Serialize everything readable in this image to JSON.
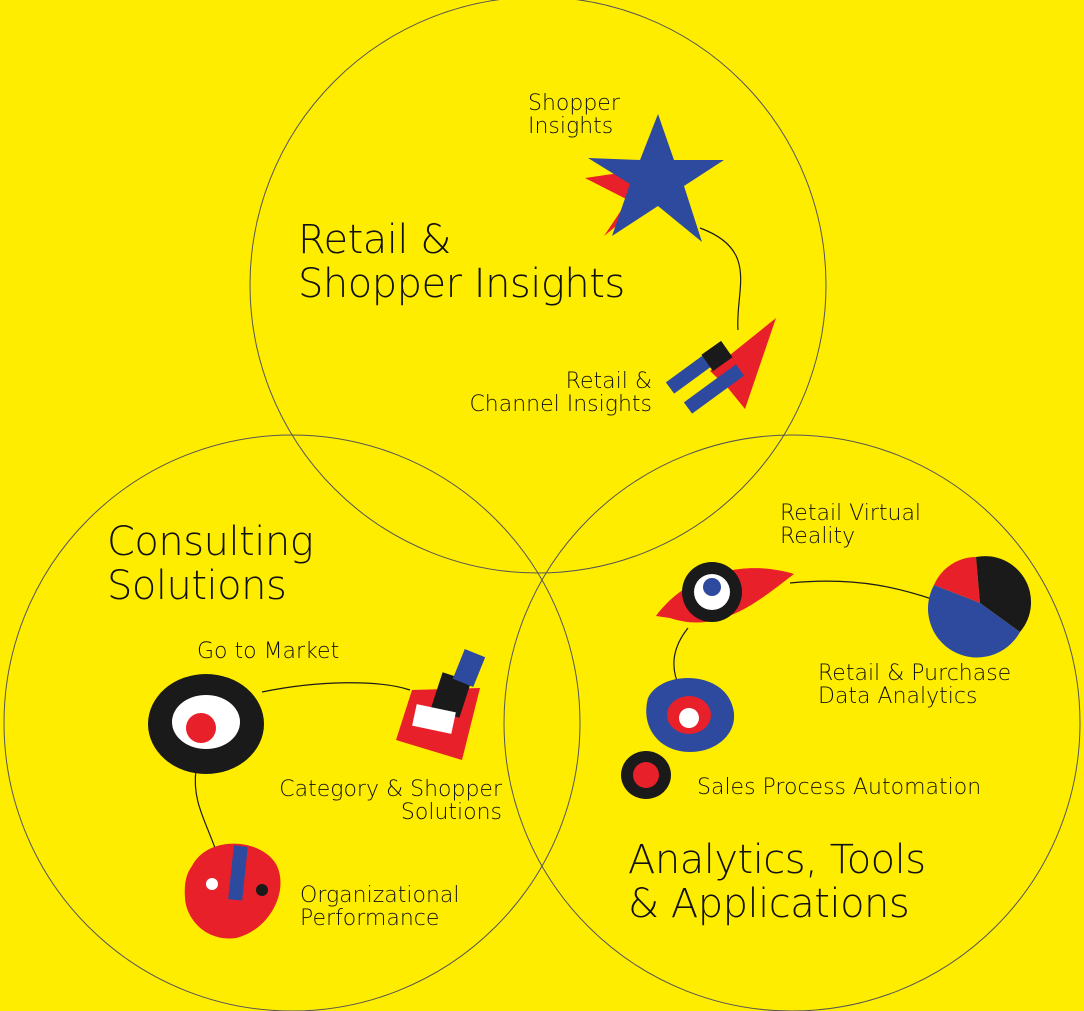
{
  "colors": {
    "background": "#FFED00",
    "red": "#E8202A",
    "blue": "#2E4A9E",
    "black": "#1A1A1A",
    "white": "#FFFFFF",
    "outline": "#555555"
  },
  "circles": {
    "top": {
      "title_line1": "Retail &",
      "title_line2": "Shopper Insights",
      "items": {
        "shopper": {
          "line1": "Shopper",
          "line2": "Insights",
          "icon": "star-icon"
        },
        "channel": {
          "line1": "Retail &",
          "line2": "Channel Insights",
          "icon": "arrow-icon"
        }
      }
    },
    "left": {
      "title_line1": "Consulting",
      "title_line2": "Solutions",
      "items": {
        "go_to_market": {
          "label": "Go to Market",
          "icon": "target-icon"
        },
        "category": {
          "line1": "Category & Shopper",
          "line2": "Solutions",
          "icon": "floppy-icon"
        },
        "organizational": {
          "line1": "Organizational",
          "line2": "Performance",
          "icon": "face-icon"
        }
      }
    },
    "right": {
      "title_line1": "Analytics, Tools",
      "title_line2": "& Applications",
      "items": {
        "virtual_reality": {
          "line1": "Retail Virtual",
          "line2": "Reality",
          "icon": "eye-icon"
        },
        "purchase_data": {
          "line1": "Retail & Purchase",
          "line2": "Data Analytics",
          "icon": "pie-icon"
        },
        "sales_process": {
          "label": "Sales Process Automation",
          "icon": "gear-blobs-icon"
        }
      }
    }
  }
}
